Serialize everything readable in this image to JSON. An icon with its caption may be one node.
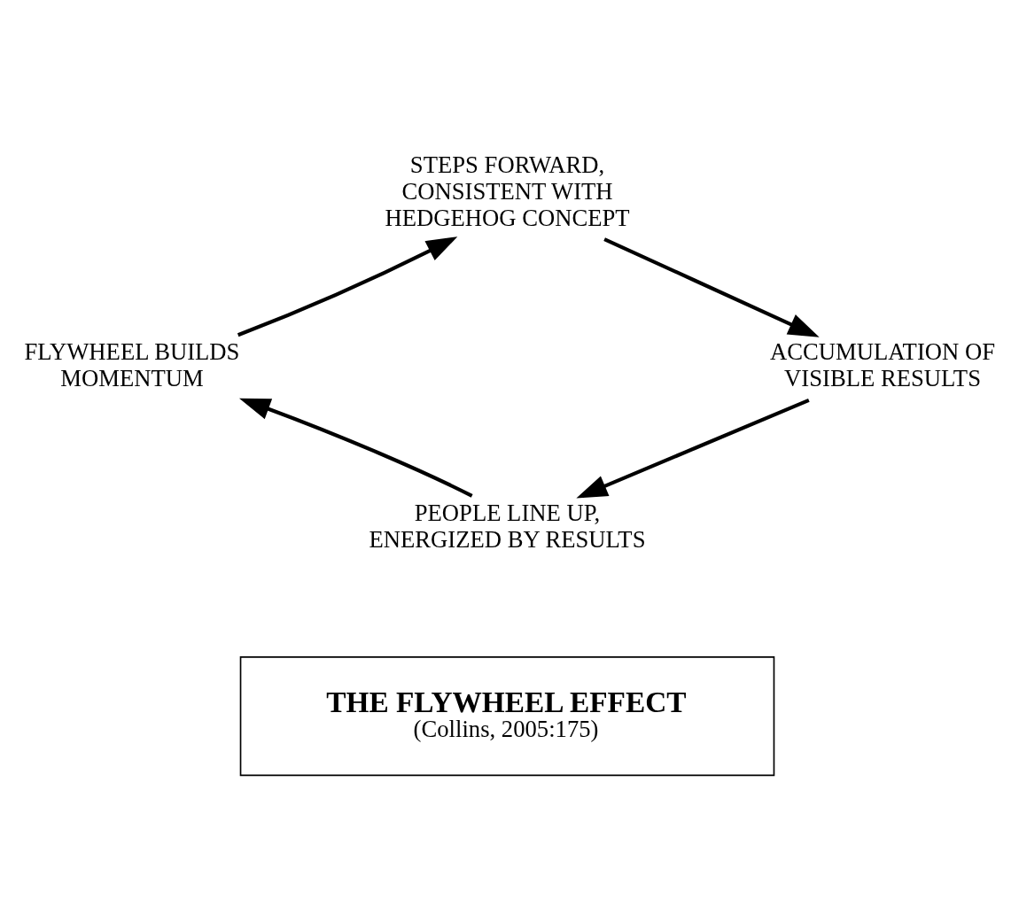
{
  "diagram": {
    "nodes": [
      {
        "text": [
          "STEPS FORWARD, CONSISTENT WITH HEDGEHOG CONCEPT"
        ]
      },
      {
        "text": [
          "ACCUMULATION OF VISIBLE RESULTS"
        ]
      },
      {
        "text": [
          "PEOPLE LINE UP, ENERGIZED BY RESULTS"
        ]
      },
      {
        "text": [
          "FLYWHEEL BUILDS MOMENTUM"
        ]
      },
      {
        "text": [
          "THE FLYWHEEL EFFECT",
          "(Collins, 2005:175)"
        ]
      }
    ],
    "edges": [
      {
        "from": 0,
        "to": 1,
        "arrow": "to"
      },
      {
        "from": 1,
        "to": 2,
        "arrow": "to"
      },
      {
        "from": 2,
        "to": 3,
        "arrow": "to"
      },
      {
        "from": 3,
        "to": 0,
        "arrow": "to"
      }
    ]
  }
}
